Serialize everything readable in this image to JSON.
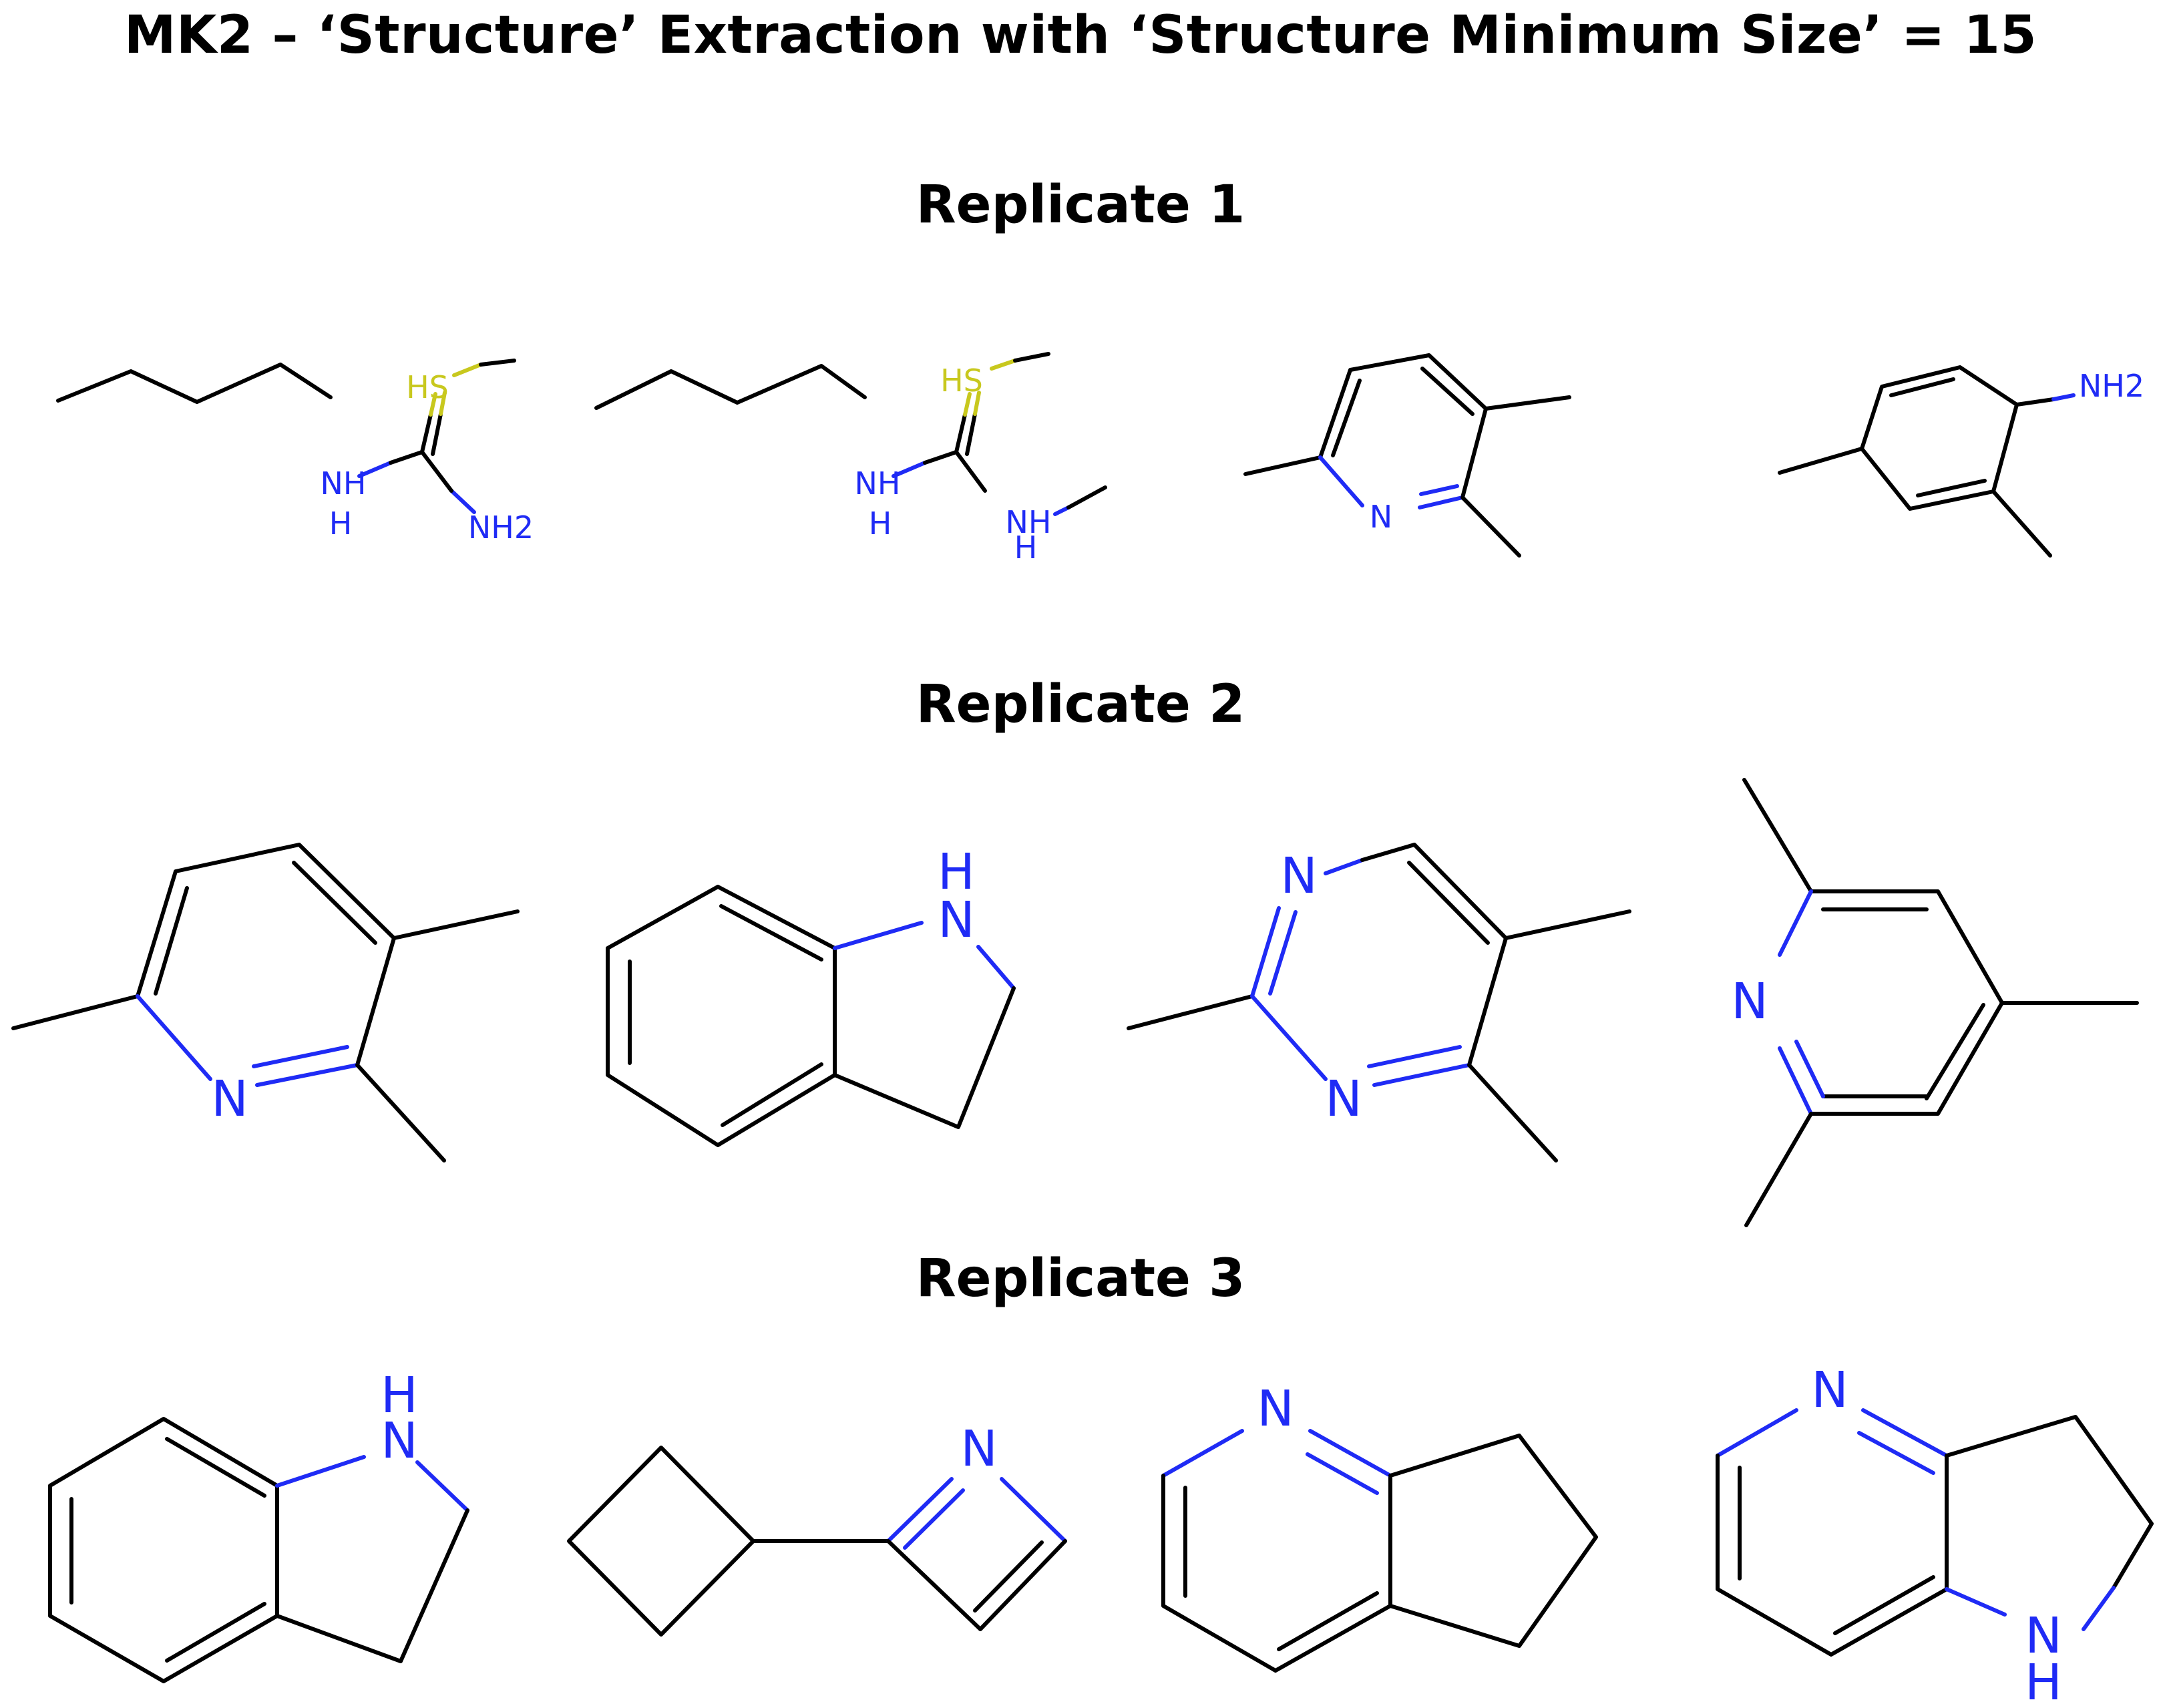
{
  "title": "MK2 – ‘Structure’ Extraction with ‘Structure Minimum Size’ = 15",
  "replicates": [
    {
      "heading": "Replicate 1",
      "molecules": [
        {
          "labels": {
            "hs": "HS",
            "nh": "NH",
            "nh_h": "H",
            "nh2": "NH2"
          }
        },
        {
          "labels": {
            "hs": "HS",
            "nh1": "NH",
            "nh1_h": "H",
            "nh2": "NH",
            "nh2_h": "H"
          }
        },
        {
          "labels": {
            "n": "N"
          }
        },
        {
          "labels": {
            "nh2": "NH2"
          }
        }
      ]
    },
    {
      "heading": "Replicate 2",
      "molecules": [
        {
          "labels": {
            "n": "N"
          }
        },
        {
          "labels": {
            "nh": "N",
            "nh_h": "H"
          }
        },
        {
          "labels": {
            "n1": "N",
            "n2": "N"
          }
        },
        {
          "labels": {
            "n": "N"
          }
        }
      ]
    },
    {
      "heading": "Replicate 3",
      "molecules": [
        {
          "labels": {
            "nh": "N",
            "nh_h": "H"
          }
        },
        {
          "labels": {
            "n": "N"
          }
        },
        {
          "labels": {
            "n": "N"
          }
        },
        {
          "labels": {
            "n": "N",
            "nh": "N",
            "nh_h": "H"
          }
        }
      ]
    }
  ],
  "colors": {
    "nitrogen": "#1f2bf5",
    "sulfur": "#c8c81e",
    "bond": "#000000"
  }
}
